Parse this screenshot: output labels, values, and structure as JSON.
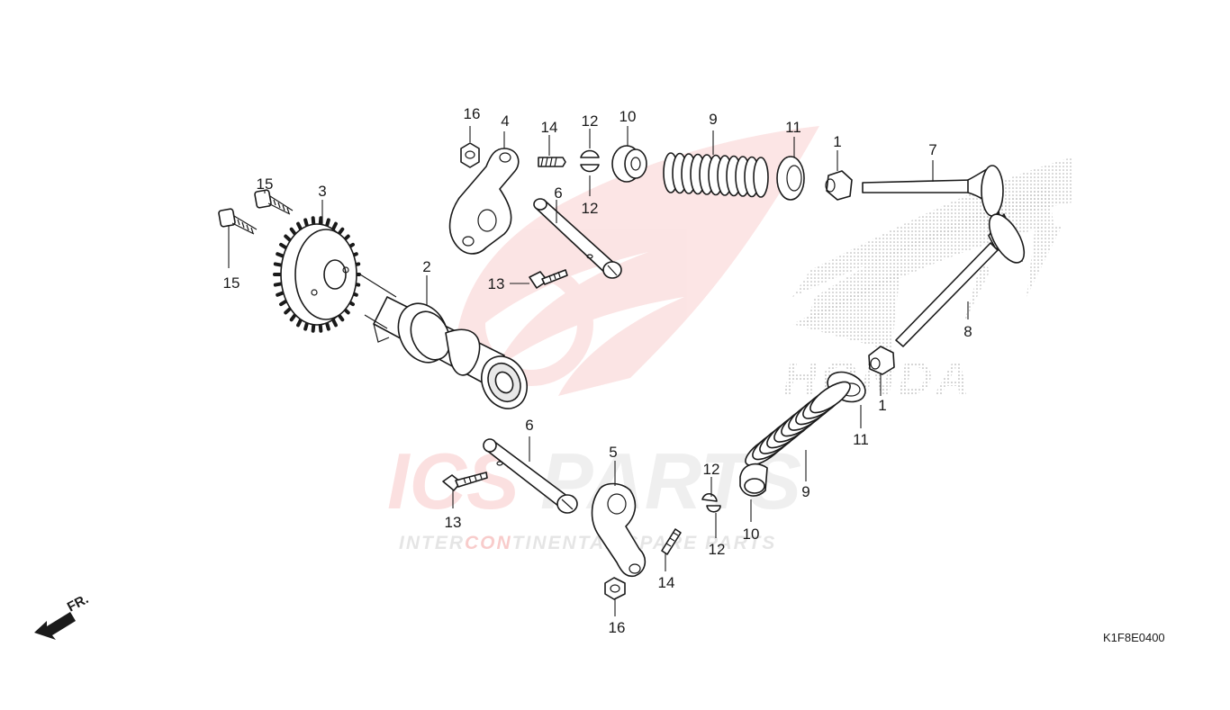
{
  "diagram": {
    "code": "K1F8E0400",
    "front_marker": "FR.",
    "callouts": [
      "16",
      "4",
      "14",
      "12",
      "12",
      "10",
      "9",
      "11",
      "1",
      "7",
      "15",
      "3",
      "6",
      "15",
      "2",
      "13",
      "8",
      "1",
      "11",
      "6",
      "5",
      "12",
      "13",
      "9",
      "10",
      "12",
      "14",
      "16"
    ]
  },
  "watermark": {
    "brand": "ICSPARTS",
    "brand_prefix": "ICS",
    "brand_suffix": "PARTS",
    "tagline": "INTERCONTINENTAL SPARE PARTS",
    "tagline_a": "INTER",
    "tagline_b": "CON",
    "tagline_c": "TINENTAL SPARE PARTS",
    "bg_brand": "HONDA",
    "color": "#e53935"
  }
}
